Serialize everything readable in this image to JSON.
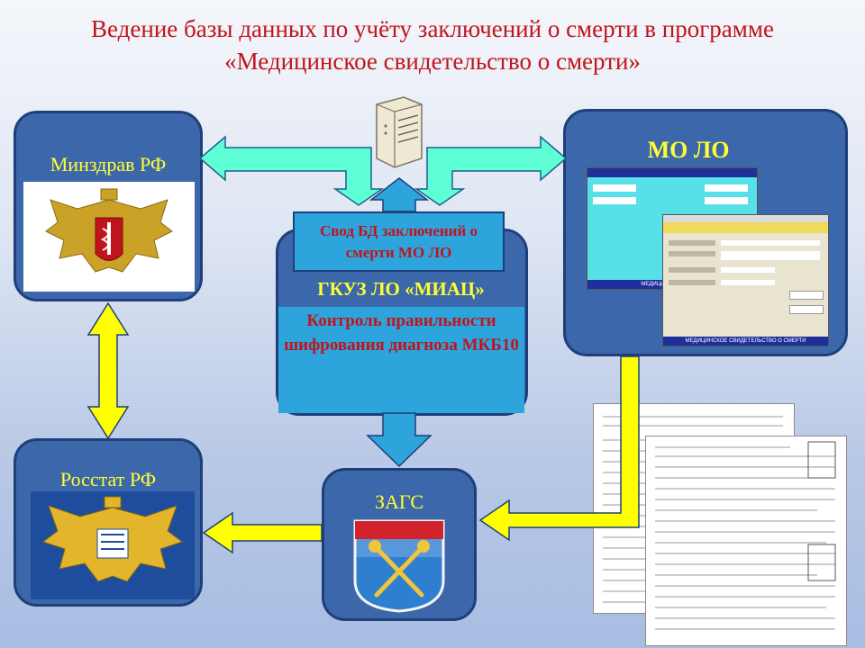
{
  "title": "Ведение базы данных по учёту заключений о смерти в программе «Медицинское свидетельство о смерти»",
  "nodes": {
    "minzdrav": {
      "label": "Минздрав РФ"
    },
    "rosstat": {
      "label": "Росстат РФ"
    },
    "mo_lo": {
      "label": "МО ЛО"
    },
    "zags": {
      "label": "ЗАГС"
    },
    "miac": {
      "svod": "Свод БД заключений о смерти МО ЛО",
      "name": "ГКУЗ ЛО «МИАЦ»",
      "control": "Контроль правильности шифрования диагноза МКБ10"
    }
  },
  "screens": {
    "back_footer": "МЕДИЦИНСКОЕ СВИДЕ",
    "front_footer": "МЕДИЦИНСКОЕ СВИДЕТЕЛЬСТВО О СМЕРТИ"
  },
  "colors": {
    "title": "#c0141c",
    "panel": "#3d67ab",
    "panel_label": "#ffff33",
    "arrow_cyan": "#5fffd6",
    "arrow_yellow": "#ffff00",
    "arrow_blue": "#2ea4dc"
  },
  "icons": [
    "server-icon",
    "minzdrav-emblem-icon",
    "rosstat-emblem-icon",
    "zags-emblem-icon"
  ]
}
